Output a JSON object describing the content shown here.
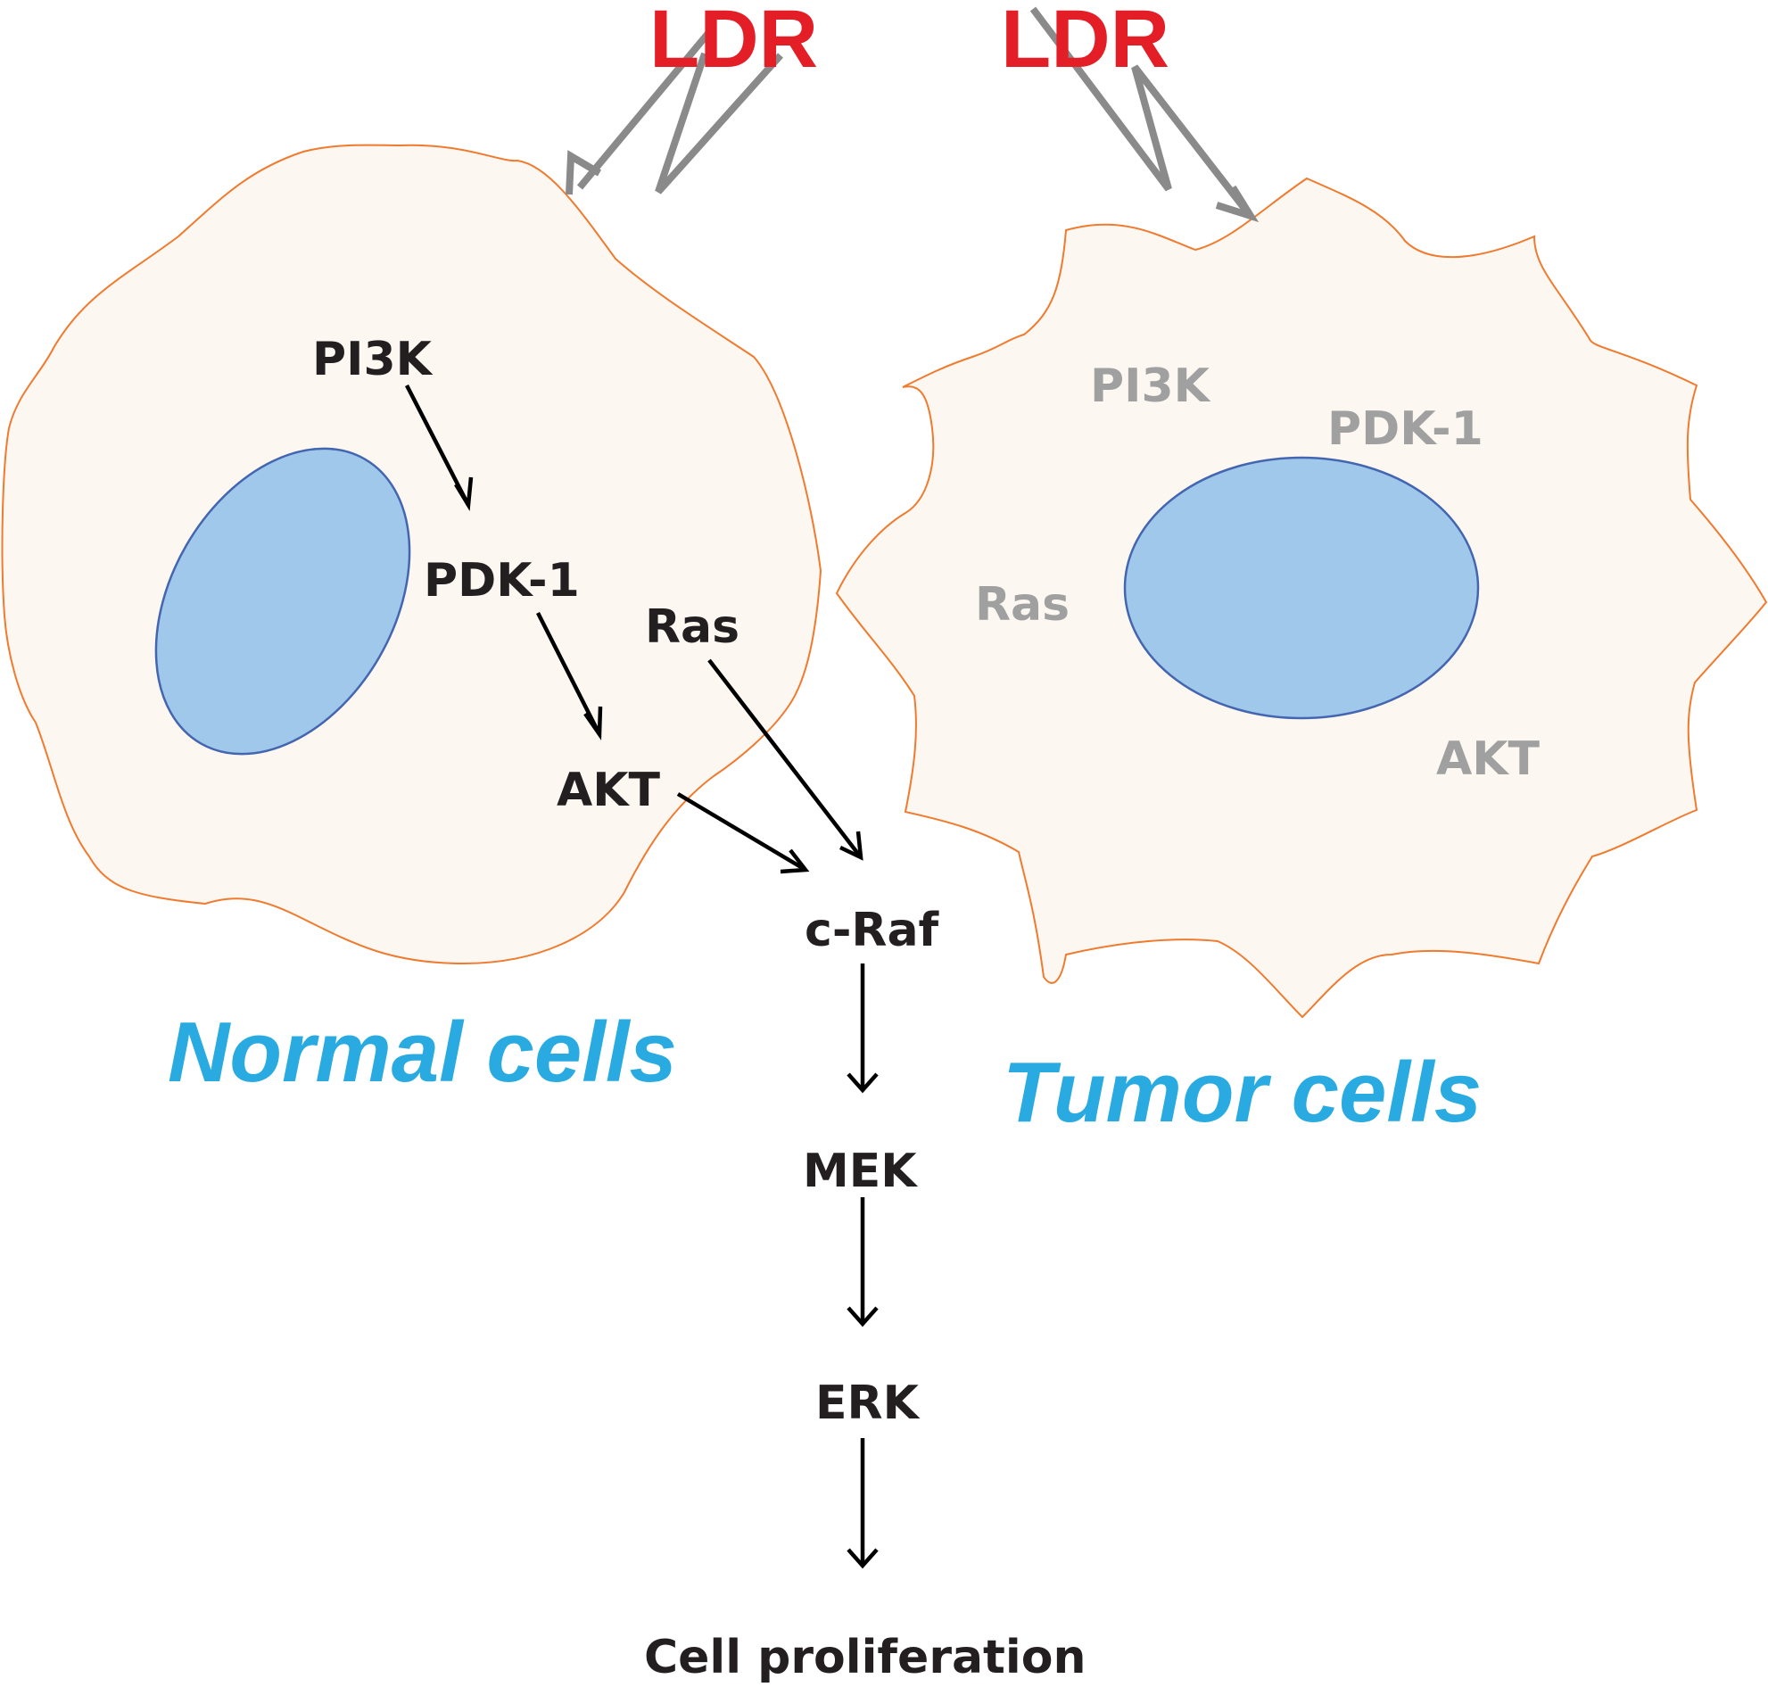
{
  "figure": {
    "ldr_left": "LDR",
    "ldr_right": "LDR",
    "normal_cell": {
      "caption": "Normal cells",
      "labels": {
        "pi3k": "PI3K",
        "pdk1": "PDK-1",
        "akt": "AKT",
        "ras": "Ras"
      }
    },
    "tumor_cell": {
      "caption": "Tumor cells",
      "labels": {
        "pi3k": "PI3K",
        "pdk1": "PDK-1",
        "akt": "AKT",
        "ras": "Ras"
      }
    },
    "cascade": {
      "craf": "c-Raf",
      "mek": "MEK",
      "erk": "ERK",
      "outcome": "Cell proliferation"
    },
    "colors": {
      "ldr": "#e31e26",
      "caption": "#29abe2",
      "cell_fill": "#fdf7f1",
      "cell_outline": "#f07a2e",
      "nucleus": "#a0c8ea",
      "faded_label": "#a0a0a0"
    }
  }
}
